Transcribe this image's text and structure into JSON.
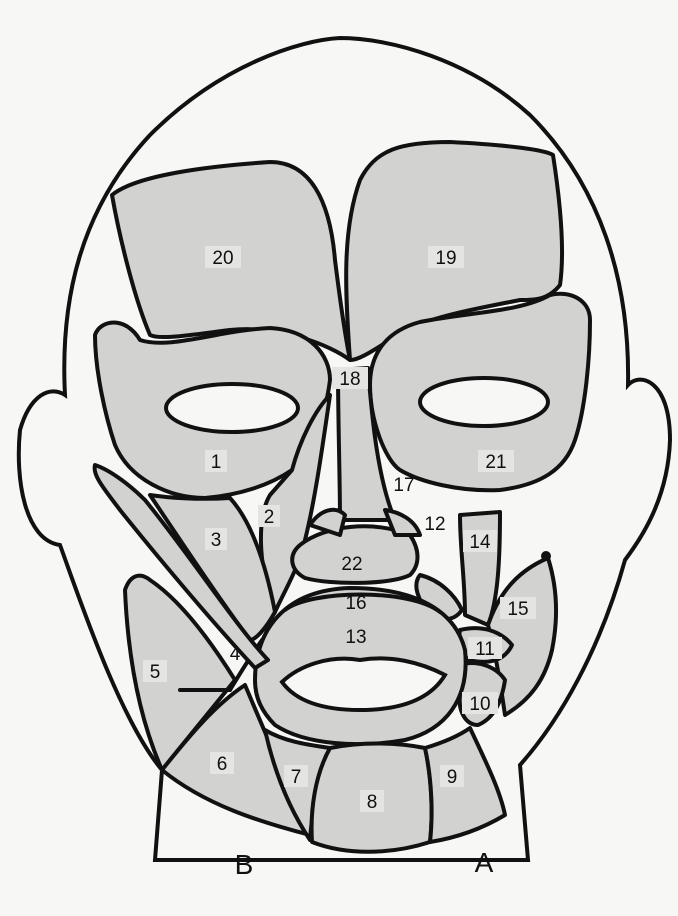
{
  "labels": {
    "n1": "1",
    "n2": "2",
    "n3": "3",
    "n4": "4",
    "n5": "5",
    "n6": "6",
    "n7": "7",
    "n8": "8",
    "n9": "9",
    "n10": "10",
    "n11": "11",
    "n12": "12",
    "n13": "13",
    "n14": "14",
    "n15": "15",
    "n16": "16",
    "n17": "17",
    "n18": "18",
    "n19": "19",
    "n20": "20",
    "n21": "21",
    "n22": "22",
    "side_b": "B",
    "side_a": "A"
  }
}
